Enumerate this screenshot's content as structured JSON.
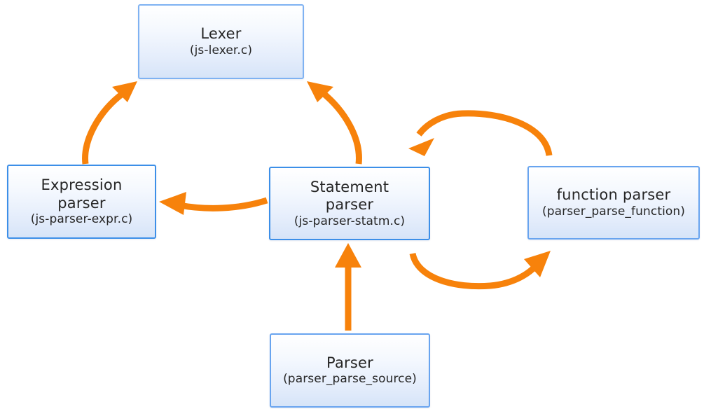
{
  "diagram": {
    "title": "JS parser architecture flow",
    "colors": {
      "arrow": "#f7820b",
      "box_border": "#3c8fe8",
      "box_border_light": "#7fb2f2",
      "box_fill_top": "#ffffff",
      "box_fill_bottom": "#d6e4f8",
      "text": "#262626",
      "background": "#ffffff"
    },
    "nodes": [
      {
        "id": "lexer",
        "title": "Lexer",
        "sub": "(js-lexer.c)"
      },
      {
        "id": "expression-parser",
        "title": "Expression\nparser",
        "sub": "(js-parser-expr.c)"
      },
      {
        "id": "statement-parser",
        "title": "Statement\nparser",
        "sub": "(js-parser-statm.c)"
      },
      {
        "id": "function-parser",
        "title": "function parser",
        "sub": "(parser_parse_function)"
      },
      {
        "id": "parser",
        "title": "Parser",
        "sub": "(parser_parse_source)"
      }
    ],
    "edges": [
      {
        "id": "expression-parser-to-lexer",
        "from": "expression-parser",
        "to": "lexer",
        "style": "curved"
      },
      {
        "id": "statement-parser-to-lexer",
        "from": "statement-parser",
        "to": "lexer",
        "style": "curved"
      },
      {
        "id": "statement-parser-to-expression-parser",
        "from": "statement-parser",
        "to": "expression-parser",
        "style": "curved"
      },
      {
        "id": "function-parser-to-statement-parser",
        "from": "function-parser",
        "to": "statement-parser",
        "style": "arc-over"
      },
      {
        "id": "statement-parser-to-function-parser",
        "from": "statement-parser",
        "to": "function-parser",
        "style": "arc-under"
      },
      {
        "id": "parser-to-statement-parser",
        "from": "parser",
        "to": "statement-parser",
        "style": "straight"
      }
    ]
  }
}
